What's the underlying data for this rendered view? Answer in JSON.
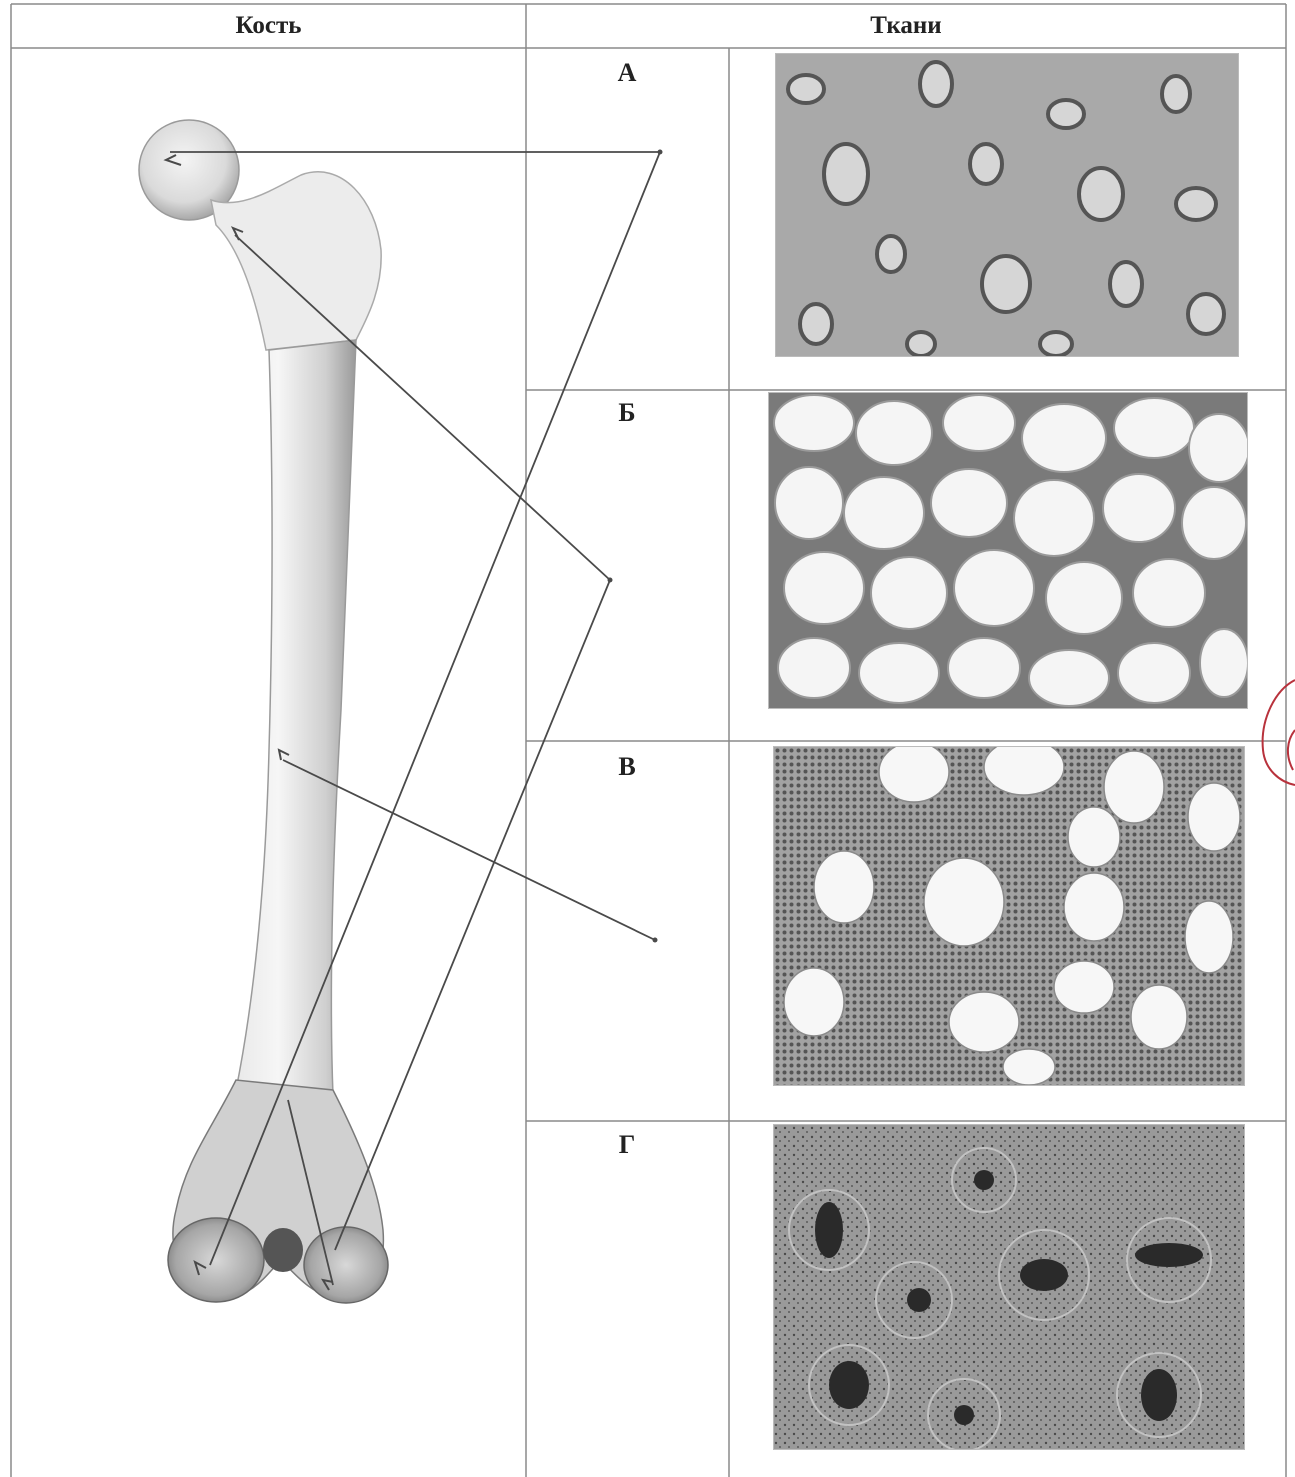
{
  "table": {
    "col_bone_header": "Кость",
    "col_tissue_header": "Ткани",
    "rows": [
      {
        "letter": "А",
        "tissue_image": "hyaline-cartilage-micrograph"
      },
      {
        "letter": "Б",
        "tissue_image": "adipose-tissue-micrograph"
      },
      {
        "letter": "В",
        "tissue_image": "red-bone-marrow-micrograph"
      },
      {
        "letter": "Г",
        "tissue_image": "compact-bone-micrograph"
      }
    ]
  },
  "bone_image": "femur-drawing",
  "colors": {
    "grid": "#7a7a7a",
    "pencil": "#4a4a4a",
    "red_mark": "#b8323c"
  }
}
